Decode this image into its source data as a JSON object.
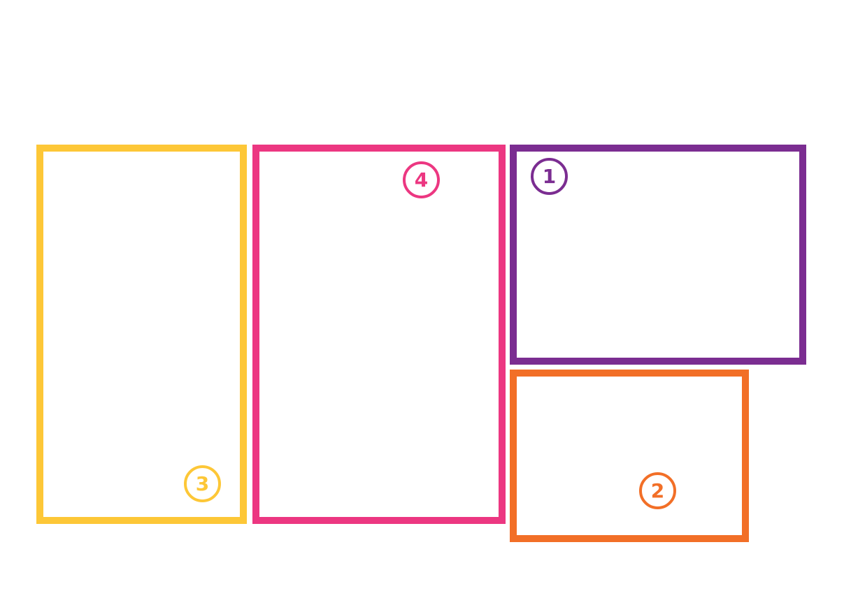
{
  "frames": [
    {
      "id": "1",
      "label": "1",
      "color": "#7b2d91"
    },
    {
      "id": "2",
      "label": "2",
      "color": "#f26f27"
    },
    {
      "id": "3",
      "label": "3",
      "color": "#fdc737"
    },
    {
      "id": "4",
      "label": "4",
      "color": "#ec3781"
    }
  ]
}
